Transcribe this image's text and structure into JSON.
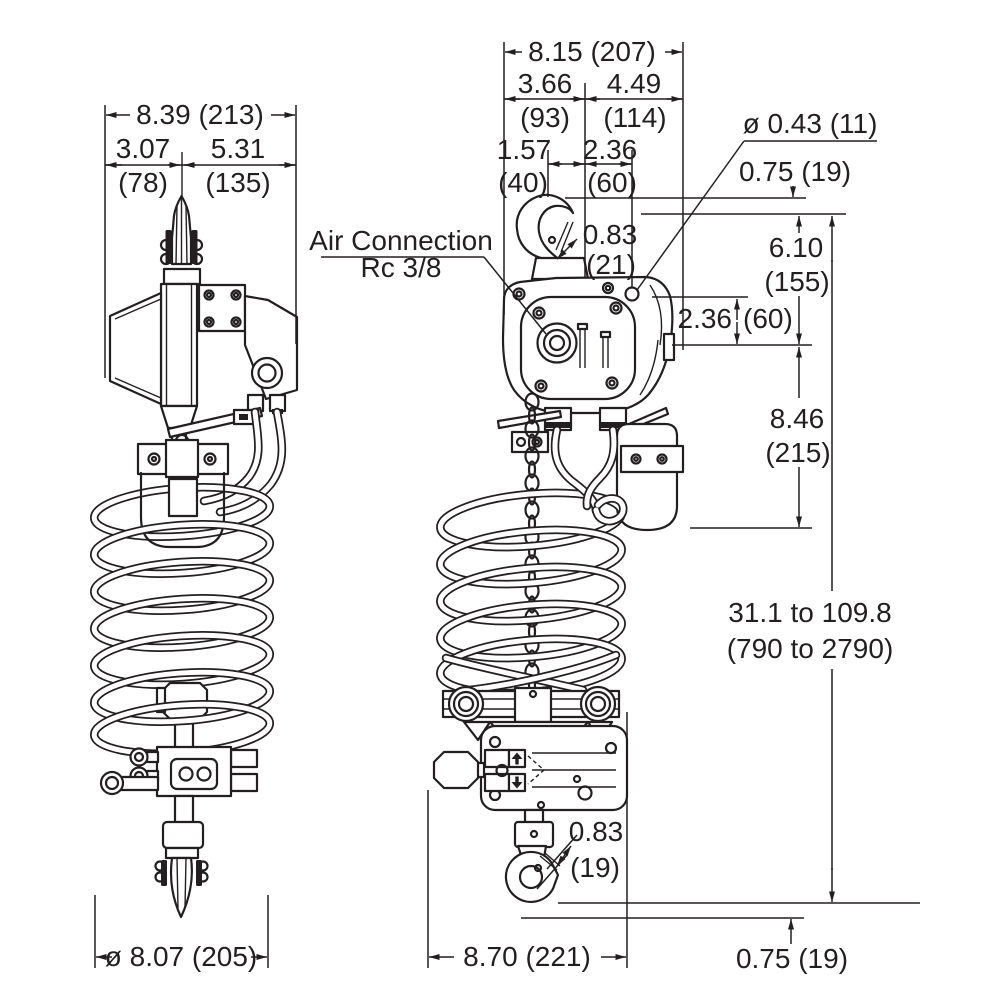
{
  "page": {
    "background": "#ffffff",
    "line_color": "#231f20"
  },
  "labels": {
    "air_connection_line1": "Air Connection",
    "air_connection_line2": "Rc 3/8"
  },
  "left_view": {
    "total_width": "8.39 (213)",
    "left_width_in": "3.07",
    "left_width_mm": "(78)",
    "right_width_in": "5.31",
    "right_width_mm": "(135)",
    "coil_diameter": "ø 8.07 (205)"
  },
  "right_view": {
    "total_width": "8.15 (207)",
    "left_width_in": "3.66",
    "left_width_mm": "(93)",
    "right_width_in": "4.49",
    "right_width_mm": "(114)",
    "offset_left_in": "1.57",
    "offset_left_mm": "(40)",
    "offset_right_in": "2.36",
    "offset_right_mm": "(60)",
    "top_hook_opening_in": "0.83",
    "top_hook_opening_mm": "(21)",
    "hole_diameter": "ø 0.43 (11)",
    "top_clearance": "0.75 (19)",
    "upper_height_in": "6.10",
    "upper_height_mm": "(155)",
    "body_offset_in": "2.36",
    "body_offset_mm": "(60)",
    "body_height_in": "8.46",
    "body_height_mm": "(215)",
    "travel_range_in": "31.1 to 109.8",
    "travel_range_mm": "(790 to 2790)",
    "bottom_hook_opening_in": "0.83",
    "bottom_hook_opening_mm": "(19)",
    "bottom_width": "8.70 (221)",
    "bottom_clearance": "0.75 (19)"
  },
  "icons": {
    "up_button": "up-arrow",
    "down_button": "down-arrow"
  }
}
